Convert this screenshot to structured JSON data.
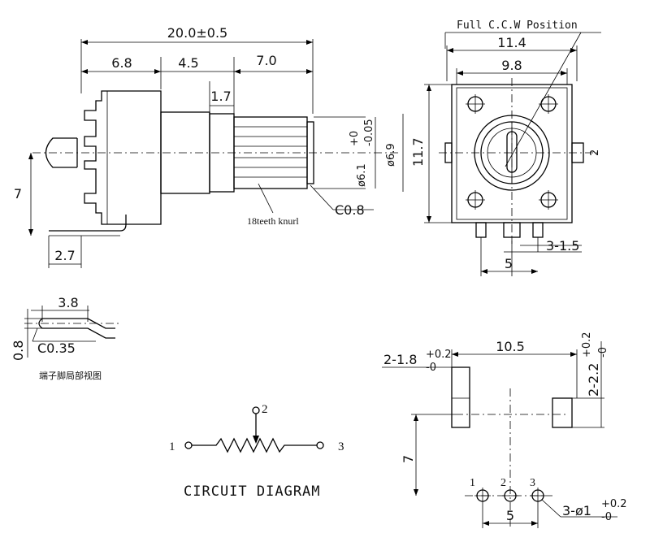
{
  "side_view": {
    "overall_length": "20.0±0.5",
    "dim_6_8": "6.8",
    "dim_4_5": "4.5",
    "dim_7_0": "7.0",
    "dim_1_7": "1.7",
    "shaft_dia_label": "ø6.1",
    "shaft_tol_upper": "+0",
    "shaft_tol_lower": "-0.05",
    "knurl_dia_label": "ø6.9",
    "height": "7",
    "pin_offset": "2.7",
    "chamfer": "C0.8",
    "knurl_label": "18teeth knurl"
  },
  "front_view": {
    "position_note": "Full C.C.W Position",
    "width_outer": "11.4",
    "width_inner": "9.8",
    "height": "11.7",
    "tab": "2",
    "pin_spec": "3-1.5",
    "pin_pitch": "5"
  },
  "terminal_detail": {
    "length": "3.8",
    "thickness": "0.8",
    "chamfer": "C0.35",
    "caption": "端子脚局部视图"
  },
  "circuit": {
    "pin1": "1",
    "pin2": "2",
    "pin3": "3",
    "title": "CIRCUIT DIAGRAM"
  },
  "footprint": {
    "mount_holes_prefix": "2-1.8",
    "mount_tol_upper": "+0.2",
    "mount_tol_lower": "-0",
    "span": "10.5",
    "slot_prefix": "2-2.2",
    "slot_tol_upper": "+0.2",
    "slot_tol_lower": "-0",
    "vertical": "7",
    "pin1": "1",
    "pin2": "2",
    "pin3": "3",
    "pitch": "5",
    "holes_prefix": "3-ø1",
    "holes_tol_upper": "+0.2",
    "holes_tol_lower": "-0"
  }
}
